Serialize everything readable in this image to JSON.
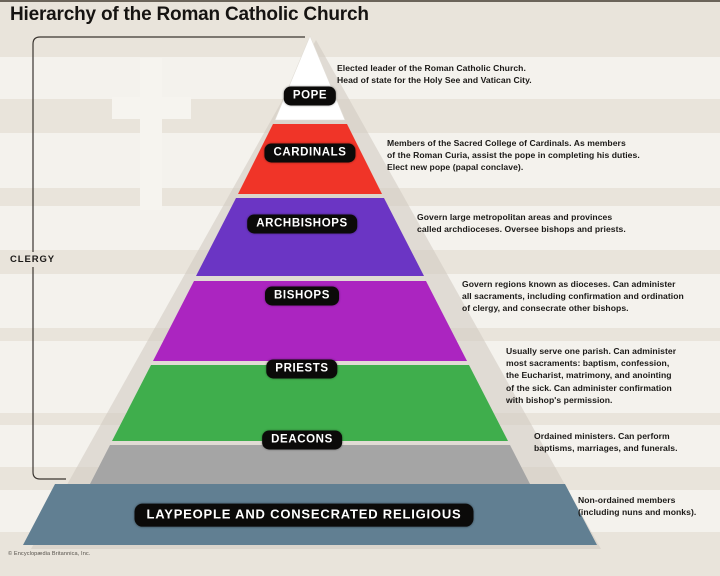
{
  "title": "Hierarchy of the Roman Catholic Church",
  "bracket_label": "CLERGY",
  "credit": "© Encyclopædia Britannica, Inc.",
  "watermark": "cross",
  "chart_data": {
    "type": "pyramid",
    "title": "Hierarchy of the Roman Catholic Church",
    "orientation": "apex-top",
    "levels": [
      {
        "rank": 1,
        "label": "POPE",
        "color": "#ffffff",
        "note": "Elected leader of the Roman Catholic Church.\nHead of state for the Holy See and Vatican City.",
        "clergy": true
      },
      {
        "rank": 2,
        "label": "CARDINALS",
        "color": "#f03428",
        "note": "Members of the Sacred College of Cardinals. As members\nof the Roman Curia, assist the pope in completing his duties.\nElect new pope (papal conclave).",
        "clergy": true
      },
      {
        "rank": 3,
        "label": "ARCHBISHOPS",
        "color": "#6b35c4",
        "note": "Govern large metropolitan areas and provinces\ncalled archdioceses. Oversee bishops and priests.",
        "clergy": true
      },
      {
        "rank": 4,
        "label": "BISHOPS",
        "color": "#ab25c0",
        "note": "Govern regions known as dioceses. Can administer\nall sacraments, including confirmation and ordination\nof clergy, and consecrate other bishops.",
        "clergy": true
      },
      {
        "rank": 5,
        "label": "PRIESTS",
        "color": "#3fae4c",
        "note": "Usually serve one parish. Can administer\nmost sacraments: baptism, confession,\nthe Eucharist, matrimony, and anointing\nof the sick. Can administer confirmation\nwith bishop's permission.",
        "clergy": true
      },
      {
        "rank": 6,
        "label": "DEACONS",
        "color": "#a5a5a5",
        "note": "Ordained ministers. Can perform\nbaptisms, marriages, and funerals.",
        "clergy": true
      },
      {
        "rank": 7,
        "label": "LAYPEOPLE AND CONSECRATED RELIGIOUS",
        "color": "#617f92",
        "note": "Non-ordained members\n(including nuns and monks).",
        "clergy": false
      }
    ]
  }
}
